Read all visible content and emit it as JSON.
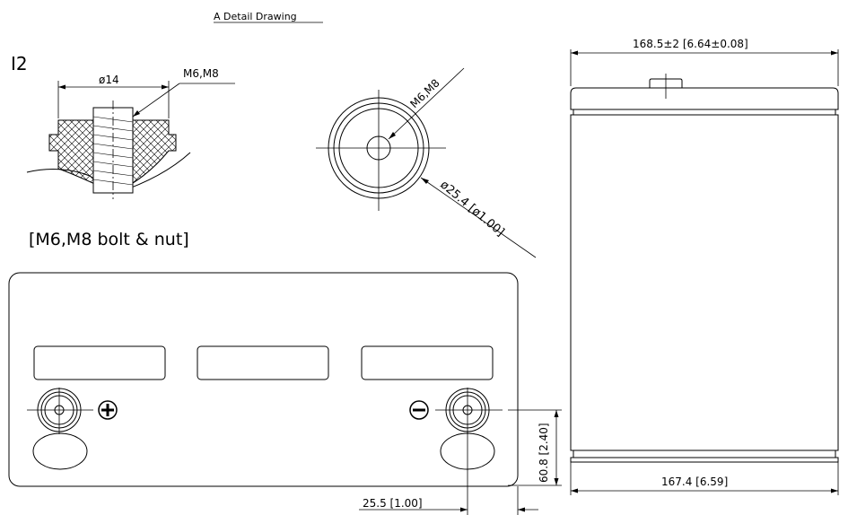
{
  "drawing": {
    "title": "A Detail Drawing",
    "terminal_code": "I2",
    "terminal_caption": "[M6,M8 bolt & nut]",
    "detail_side": {
      "diameter_label": "ø14",
      "thread_label": "M6,M8"
    },
    "detail_top": {
      "thread_label": "M6,M8",
      "diameter_label": "ø25.4 [ø1.00]"
    },
    "front_view": {
      "height_label": "60.8 [2.40]",
      "offset_label": "25.5 [1.00]",
      "positive_symbol": "+",
      "negative_symbol": "−"
    },
    "side_view": {
      "top_width_label": "168.5±2 [6.64±0.08]",
      "bottom_width_label": "167.4 [6.59]"
    }
  }
}
